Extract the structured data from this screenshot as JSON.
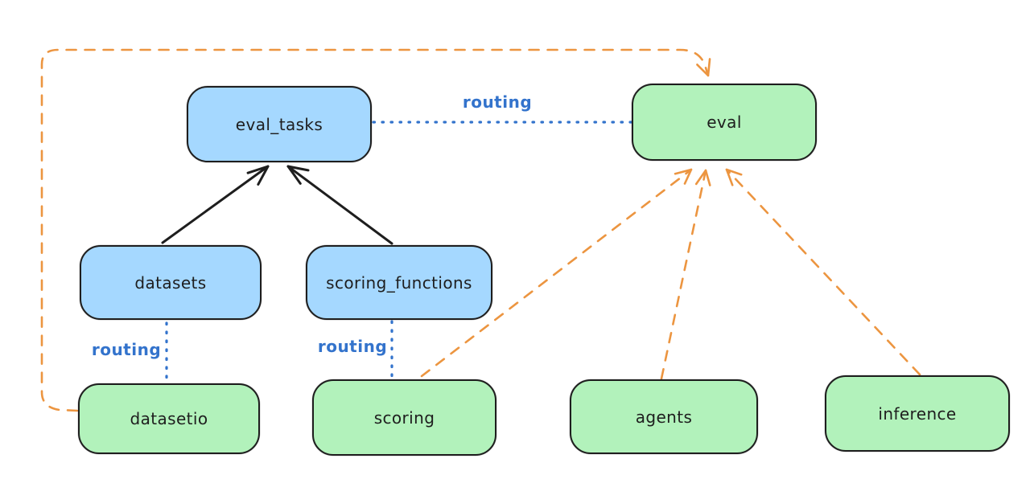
{
  "diagram": {
    "kind": "architecture-diagram",
    "style": "hand-drawn",
    "background": "#ffffff"
  },
  "colors": {
    "registry_fill": "#a5d8ff",
    "api_fill": "#b2f2bb",
    "stroke": "#1e1e1e",
    "routing_blue": "#3373cc",
    "orange": "#ec9540",
    "bg": "#ffffff"
  },
  "nodes": [
    {
      "id": "eval_tasks",
      "label": "eval_tasks",
      "type": "registry",
      "fill": "#a5d8ff"
    },
    {
      "id": "eval",
      "label": "eval",
      "type": "api",
      "fill": "#b2f2bb"
    },
    {
      "id": "datasets",
      "label": "datasets",
      "type": "registry",
      "fill": "#a5d8ff"
    },
    {
      "id": "scoring_functions",
      "label": "scoring_functions",
      "type": "registry",
      "fill": "#a5d8ff"
    },
    {
      "id": "datasetio",
      "label": "datasetio",
      "type": "api",
      "fill": "#b2f2bb"
    },
    {
      "id": "scoring",
      "label": "scoring",
      "type": "api",
      "fill": "#b2f2bb"
    },
    {
      "id": "agents",
      "label": "agents",
      "type": "api",
      "fill": "#b2f2bb"
    },
    {
      "id": "inference",
      "label": "inference",
      "type": "api",
      "fill": "#b2f2bb"
    }
  ],
  "edges": [
    {
      "from": "datasets",
      "to": "eval_tasks",
      "style": "solid-black-arrow",
      "label": ""
    },
    {
      "from": "scoring_functions",
      "to": "eval_tasks",
      "style": "solid-black-arrow",
      "label": ""
    },
    {
      "from": "eval_tasks",
      "to": "eval",
      "style": "dotted-blue",
      "label": "routing"
    },
    {
      "from": "datasets",
      "to": "datasetio",
      "style": "dotted-blue",
      "label": "routing"
    },
    {
      "from": "scoring_functions",
      "to": "scoring",
      "style": "dotted-blue",
      "label": "routing"
    },
    {
      "from": "datasetio",
      "to": "eval",
      "style": "dashed-orange-arrow",
      "label": ""
    },
    {
      "from": "scoring",
      "to": "eval",
      "style": "dashed-orange-arrow",
      "label": ""
    },
    {
      "from": "agents",
      "to": "eval",
      "style": "dashed-orange-arrow",
      "label": ""
    },
    {
      "from": "inference",
      "to": "eval",
      "style": "dashed-orange-arrow",
      "label": ""
    }
  ]
}
